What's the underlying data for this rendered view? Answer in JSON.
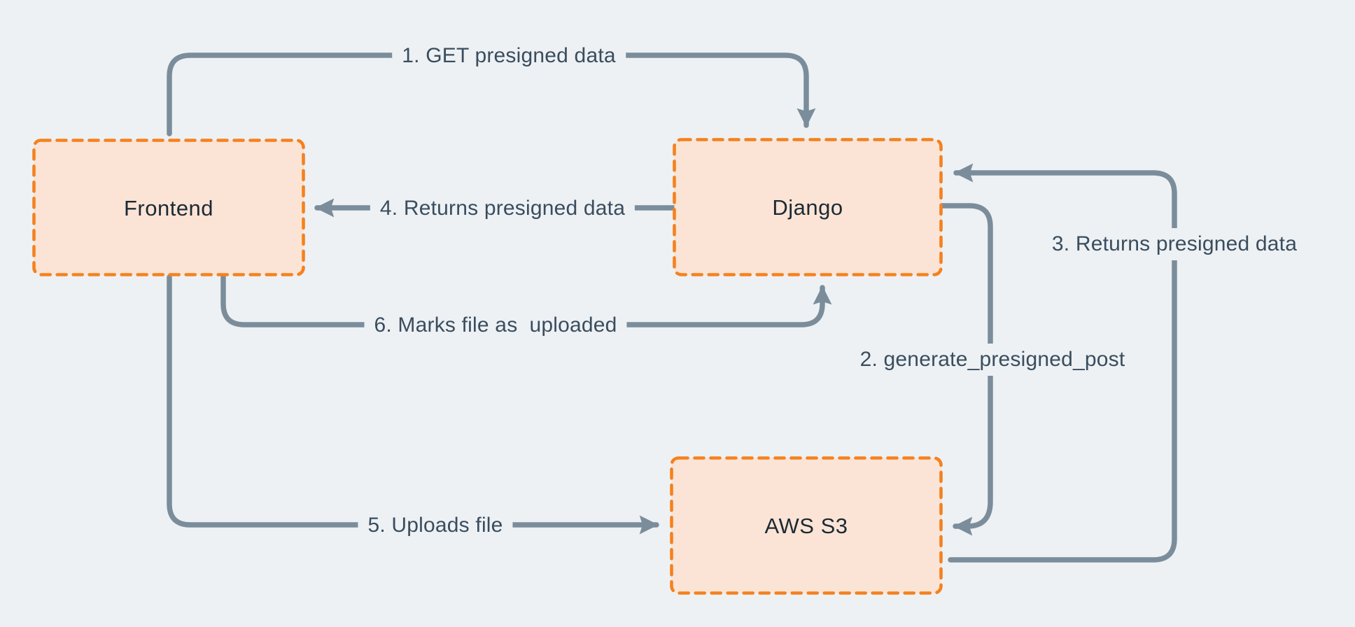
{
  "diagram": {
    "background_color": "#edf1f4",
    "node_style": {
      "fill": "#fbe4d5",
      "border_color": "#f5811f",
      "text_color": "#1b2a35",
      "border_style": "dashed"
    },
    "edge_style": {
      "line_color": "#7b8d9b",
      "label_color": "#3a4d5e"
    },
    "nodes": [
      {
        "id": "frontend",
        "label": "Frontend"
      },
      {
        "id": "django",
        "label": "Django"
      },
      {
        "id": "aws_s3",
        "label": "AWS S3"
      }
    ],
    "edges": [
      {
        "id": "1",
        "label": "1. GET presigned data",
        "from": "Frontend",
        "to": "Django"
      },
      {
        "id": "2",
        "label": "2. generate_presigned_post",
        "from": "Django",
        "to": "AWS S3"
      },
      {
        "id": "3",
        "label": "3. Returns presigned data",
        "from": "AWS S3",
        "to": "Django"
      },
      {
        "id": "4",
        "label": "4. Returns presigned data",
        "from": "Django",
        "to": "Frontend"
      },
      {
        "id": "5",
        "label": "5. Uploads file",
        "from": "Frontend",
        "to": "AWS S3"
      },
      {
        "id": "6",
        "label": "6. Marks file as  uploaded",
        "from": "Frontend",
        "to": "Django"
      }
    ]
  }
}
